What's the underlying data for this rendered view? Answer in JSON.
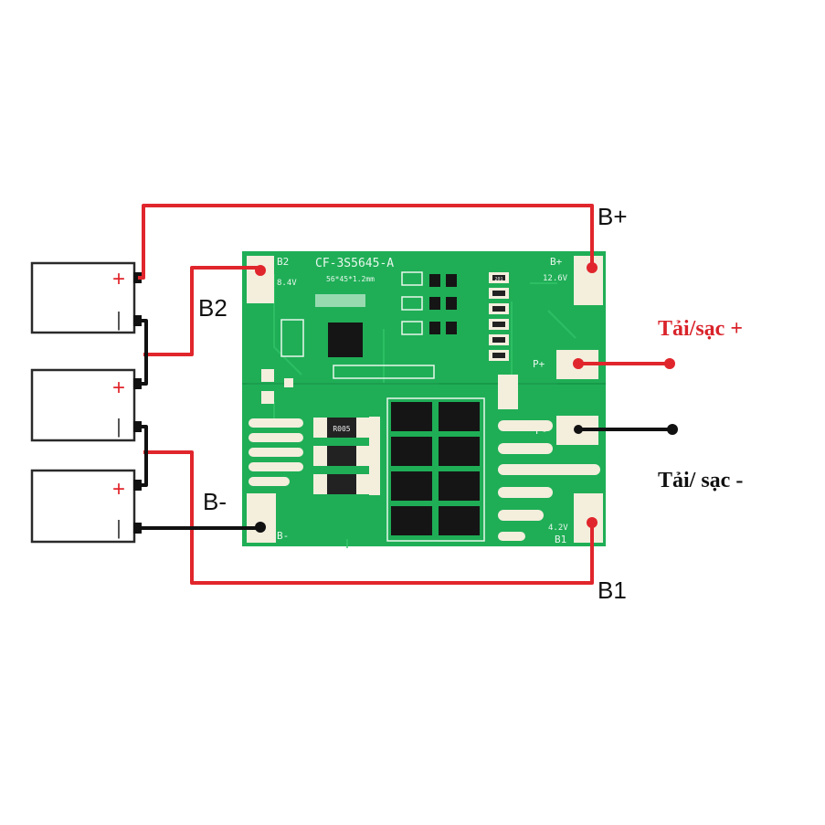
{
  "colors": {
    "wire_red": "#e0262c",
    "wire_black": "#111111",
    "pcb_green": "#1fae56",
    "pad_cream": "#f4eedd",
    "mosfet_black": "#151515",
    "label_red": "#d9232a"
  },
  "labels": {
    "b_plus": "B+",
    "b2": "B2",
    "b_minus": "B-",
    "b1": "B1",
    "load_plus": "Tải/sạc +",
    "load_minus": "Tải/ sạc -"
  },
  "cells": [
    {
      "plus": "+",
      "minus": "|"
    },
    {
      "plus": "+",
      "minus": "|"
    },
    {
      "plus": "+",
      "minus": "|"
    }
  ],
  "board": {
    "model": "CF-3S5645-A",
    "size": "56*45*1.2mm",
    "pad_b2": "B2",
    "pad_b2_voltage": "8.4V",
    "pad_bplus": "B+",
    "pad_bplus_voltage": "12.6V",
    "pad_pplus": "P+",
    "pad_pminus": "P-",
    "pad_bminus": "B-",
    "pad_b1": "B1",
    "pad_b1_voltage": "4.2V",
    "smd_code": "201",
    "shunt_code": "R005"
  }
}
